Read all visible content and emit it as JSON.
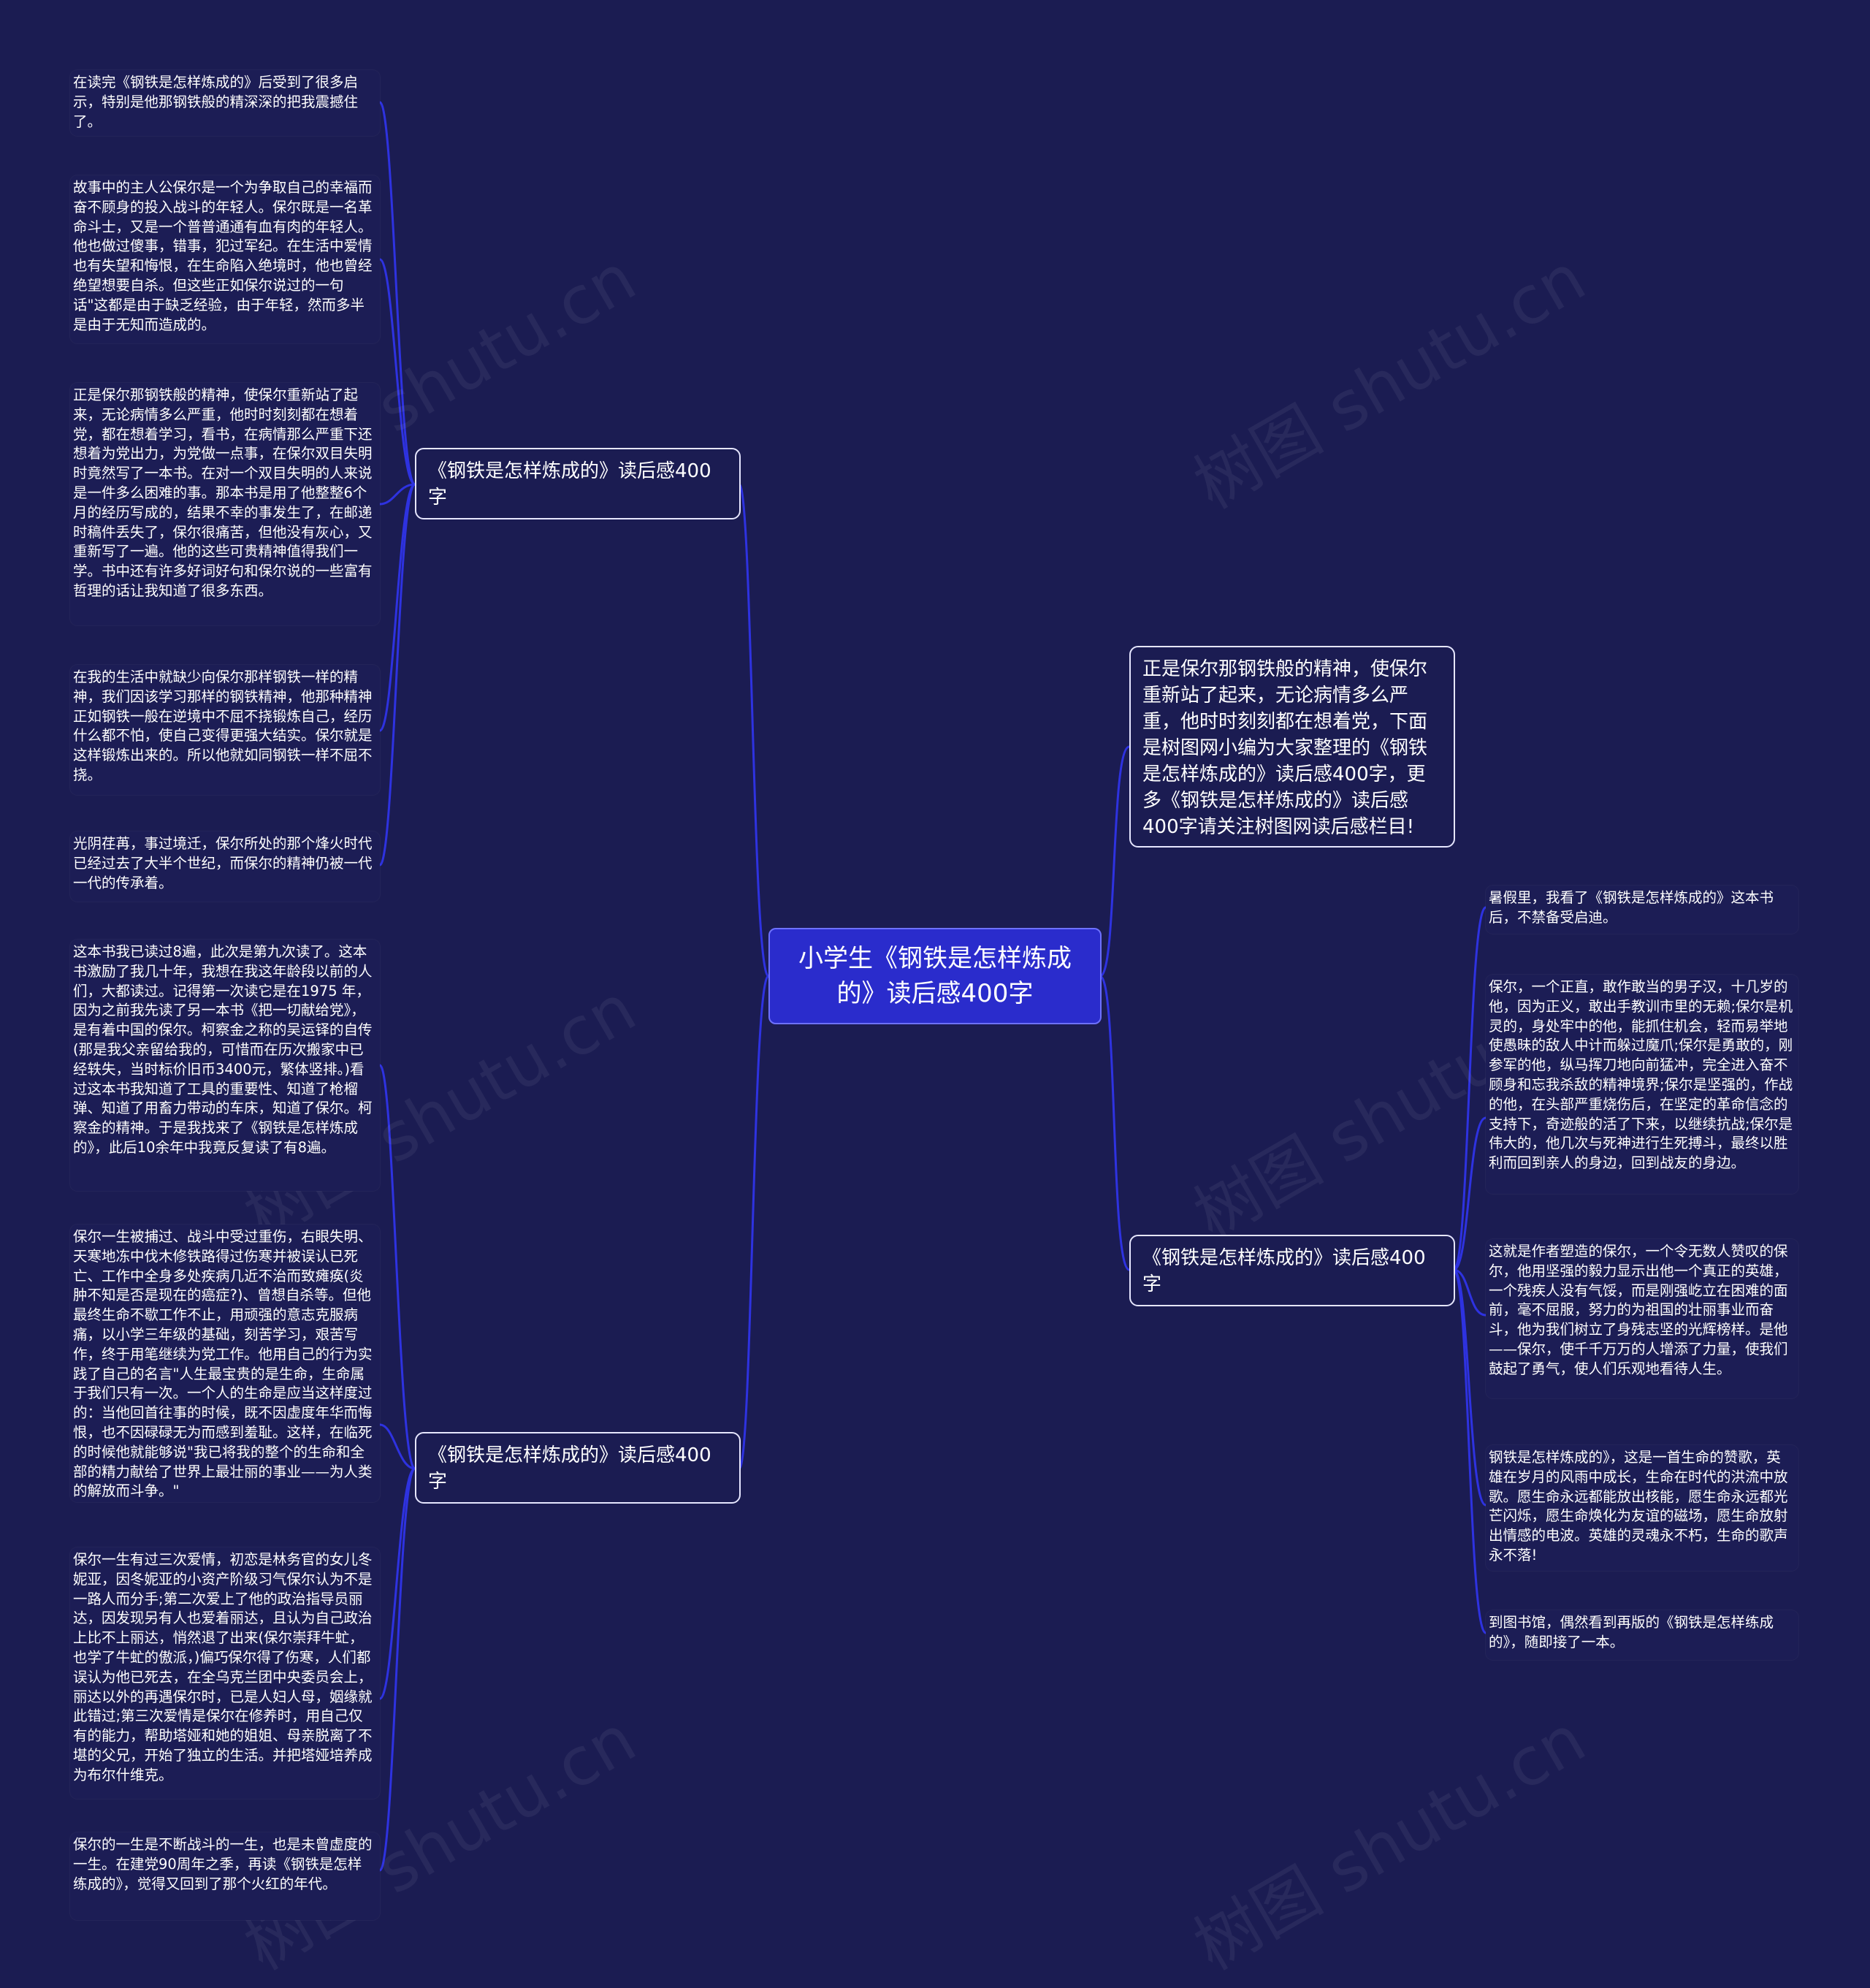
{
  "root": {
    "title": "小学生《钢铁是怎样炼成的》读后感400字"
  },
  "branches": {
    "left_top": {
      "label": "《钢铁是怎样炼成的》读后感400字"
    },
    "left_bottom": {
      "label": "《钢铁是怎样炼成的》读后感400字"
    },
    "right_top": {
      "label": "正是保尔那钢铁般的精神，使保尔重新站了起来，无论病情多么严重，他时时刻刻都在想着党，下面是树图网小编为大家整理的《钢铁是怎样炼成的》读后感400字，更多《钢铁是怎样炼成的》读后感400字请关注树图网读后感栏目!"
    },
    "right_bottom": {
      "label": "《钢铁是怎样炼成的》读后感400字"
    }
  },
  "leaves": {
    "lt1": "在读完《钢铁是怎样炼成的》后受到了很多启示，特别是他那钢铁般的精深深的把我震撼住了。",
    "lt2": "故事中的主人公保尔是一个为争取自己的幸福而奋不顾身的投入战斗的年轻人。保尔既是一名革命斗士，又是一个普普通通有血有肉的年轻人。他也做过傻事，错事，犯过军纪。在生活中爱情也有失望和悔恨，在生命陷入绝境时，他也曾经绝望想要自杀。但这些正如保尔说过的一句话\"这都是由于缺乏经验，由于年轻，然而多半是由于无知而造成的。",
    "lt3": "正是保尔那钢铁般的精神，使保尔重新站了起来，无论病情多么严重，他时时刻刻都在想着党，都在想着学习，看书，在病情那么严重下还想着为党出力，为党做一点事，在保尔双目失明时竟然写了一本书。在对一个双目失明的人来说是一件多么困难的事。那本书是用了他整整6个月的经历写成的，结果不幸的事发生了，在邮递时稿件丢失了，保尔很痛苦，但他没有灰心，又重新写了一遍。他的这些可贵精神值得我们一学。书中还有许多好词好句和保尔说的一些富有哲理的话让我知道了很多东西。",
    "lt4": "在我的生活中就缺少向保尔那样钢铁一样的精神，我们因该学习那样的钢铁精神，他那种精神正如钢铁一般在逆境中不屈不挠锻炼自己，经历什么都不怕，使自己变得更强大结实。保尔就是这样锻炼出来的。所以他就如同钢铁一样不屈不挠。",
    "lt5": "光阴荏苒，事过境迁，保尔所处的那个烽火时代已经过去了大半个世纪，而保尔的精神仍被一代一代的传承着。",
    "lb1": "这本书我已读过8遍，此次是第九次读了。这本书激励了我几十年，我想在我这年龄段以前的人们，大都读过。记得第一次读它是在1975 年，因为之前我先读了另一本书《把一切献给党》，是有着中国的保尔。柯察金之称的吴运铎的自传(那是我父亲留给我的，可惜而在历次搬家中已经轶失，当时标价旧币3400元，繁体竖排。)看过这本书我知道了工具的重要性、知道了枪榴弹、知道了用畜力带动的车床，知道了保尔。柯察金的精神。于是我找来了《钢铁是怎样炼成的》，此后10余年中我竟反复读了有8遍。",
    "lb2": "保尔一生被捕过、战斗中受过重伤，右眼失明、天寒地冻中伐木修铁路得过伤寒并被误认已死亡、工作中全身多处疾病几近不治而致瘫痪(炎肿不知是否是现在的癌症?)、曾想自杀等。但他最终生命不歇工作不止，用顽强的意志克服病痛，以小学三年级的基础，刻苦学习，艰苦写作，终于用笔继续为党工作。他用自己的行为实践了自己的名言\"人生最宝贵的是生命，生命属于我们只有一次。一个人的生命是应当这样度过的：当他回首往事的时候，既不因虚度年华而悔恨，也不因碌碌无为而感到羞耻。这样，在临死的时候他就能够说\"我已将我的整个的生命和全部的精力献给了世界上最壮丽的事业——为人类的解放而斗争。\"",
    "lb3": "保尔一生有过三次爱情，初恋是林务官的女儿冬妮亚，因冬妮亚的小资产阶级习气保尔认为不是一路人而分手;第二次爱上了他的政治指导员丽达，因发现另有人也爱着丽达，且认为自己政治上比不上丽达，悄然退了出来(保尔崇拜牛虻，也学了牛虻的傲派，)偏巧保尔得了伤寒，人们都误认为他已死去，在全乌克兰团中央委员会上，丽达以外的再遇保尔时，已是人妇人母，姻缘就此错过;第三次爱情是保尔在修养时，用自己仅有的能力，帮助塔娅和她的姐姐、母亲脱离了不堪的父兄，开始了独立的生活。并把塔娅培养成为布尔什维克。",
    "lb4": "保尔的一生是不断战斗的一生，也是未曾虚度的一生。在建党90周年之季，再读《钢铁是怎样练成的》，觉得又回到了那个火红的年代。",
    "rb1": "暑假里，我看了《钢铁是怎样炼成的》这本书后，不禁备受启迪。",
    "rb2": "保尔，一个正直，敢作敢当的男子汉，十几岁的他，因为正义，敢出手教训市里的无赖;保尔是机灵的，身处牢中的他，能抓住机会，轻而易举地使愚昧的敌人中计而躲过魔爪;保尔是勇敢的，刚参军的他，纵马挥刀地向前猛冲，完全进入奋不顾身和忘我杀敌的精神境界;保尔是坚强的，作战的他，在头部严重烧伤后，在坚定的革命信念的支持下，奇迹般的活了下来，以继续抗战;保尔是伟大的，他几次与死神进行生死搏斗，最终以胜利而回到亲人的身边，回到战友的身边。",
    "rb3": "这就是作者塑造的保尔，一个令无数人赞叹的保尔，他用坚强的毅力显示出他一个真正的英雄，一个残疾人没有气馁，而是刚强屹立在困难的面前，毫不屈服，努力的为祖国的壮丽事业而奋斗，他为我们树立了身残志坚的光辉榜样。是他——保尔，使千千万万的人增添了力量，使我们鼓起了勇气，使人们乐观地看待人生。",
    "rb4": "钢铁是怎样炼成的》，这是一首生命的赞歌，英雄在岁月的风雨中成长，生命在时代的洪流中放歌。愿生命永远都能放出核能，愿生命永远都光芒闪烁，愿生命焕化为友谊的磁场，愿生命放射出情感的电波。英雄的灵魂永不朽，生命的歌声永不落!",
    "rb5": "到图书馆，偶然看到再版的《钢铁是怎样练成的》，随即接了一本。"
  },
  "watermark": {
    "text": "树图 shutu.cn"
  },
  "colors": {
    "background": "#1b1c52",
    "root_fill": "#2a2ccc",
    "connector": "#2e32e0",
    "text": "#ffffff"
  }
}
